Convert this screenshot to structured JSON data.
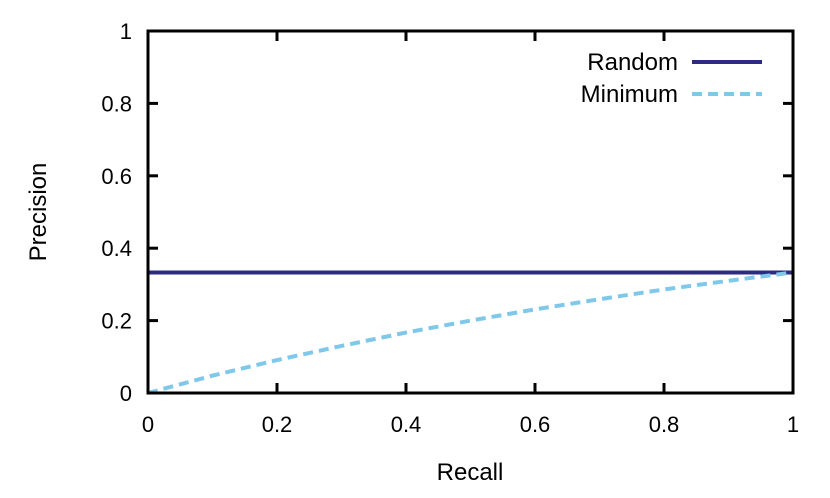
{
  "chart_data": {
    "type": "line",
    "title": "",
    "xlabel": "Recall",
    "ylabel": "Precision",
    "xlim": [
      0,
      1
    ],
    "ylim": [
      0,
      1
    ],
    "x_ticks": [
      "0",
      "0.2",
      "0.4",
      "0.6",
      "0.8",
      "1"
    ],
    "y_ticks": [
      "0",
      "0.2",
      "0.4",
      "0.6",
      "0.8",
      "1"
    ],
    "grid": false,
    "legend_position": "top-right",
    "series": [
      {
        "name": "Random",
        "color": "#2e2a80",
        "style": "solid",
        "x": [
          0,
          1
        ],
        "y": [
          0.333,
          0.333
        ]
      },
      {
        "name": "Minimum",
        "color": "#7fc8ea",
        "style": "dashed",
        "x": [
          0,
          0.1,
          0.2,
          0.3,
          0.4,
          0.5,
          0.6,
          0.7,
          0.8,
          0.9,
          1.0
        ],
        "y": [
          0,
          0.048,
          0.091,
          0.13,
          0.167,
          0.2,
          0.231,
          0.259,
          0.286,
          0.31,
          0.333
        ]
      }
    ]
  }
}
